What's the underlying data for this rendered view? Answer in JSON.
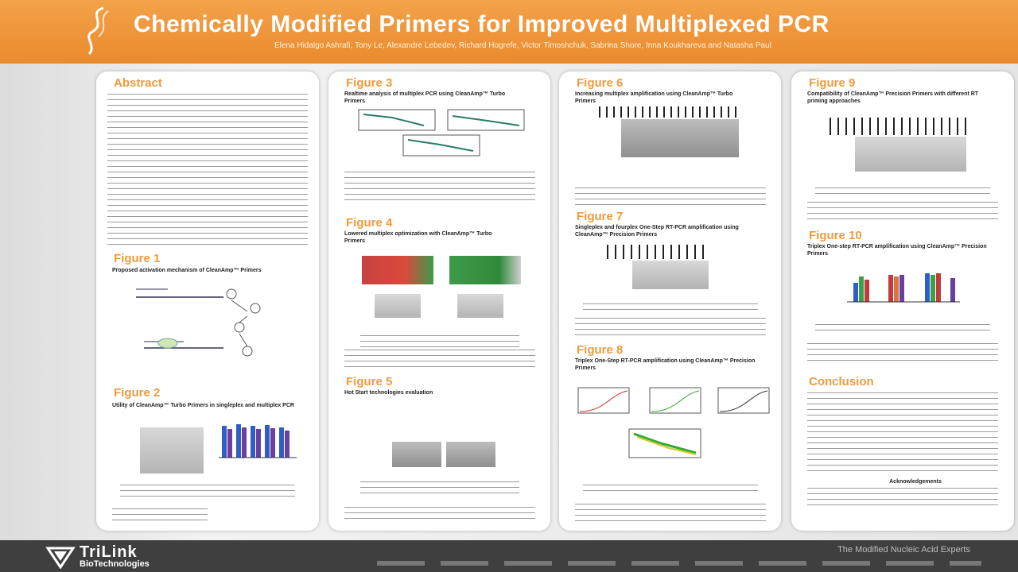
{
  "poster": {
    "title": "Chemically Modified Primers for Improved Multiplexed PCR",
    "authors": "Elena Hidalgo Ashrafi, Tony Le, Alexandre Lebedev, Richard Hogrefe, Victor Timoshchuk, Sabrina Shore, Inna Koukhareva and Natasha Paul"
  },
  "panel1": {
    "abstract_heading": "Abstract",
    "fig1_heading": "Figure 1",
    "fig1_subtitle": "Proposed activation mechanism of CleanAmp™ Primers",
    "fig2_heading": "Figure 2",
    "fig2_subtitle": "Utility of CleanAmp™ Turbo Primers in singleplex and multiplex PCR"
  },
  "panel2": {
    "fig3_heading": "Figure 3",
    "fig3_subtitle": "Realtime analysis of multiplex PCR using CleanAmp™ Turbo Primers",
    "fig4_heading": "Figure 4",
    "fig4_subtitle": "Lowered multiplex optimization with CleanAmp™ Turbo Primers",
    "fig5_heading": "Figure 5",
    "fig5_subtitle": "Hot Start technologies evaluation"
  },
  "panel3": {
    "fig6_heading": "Figure 6",
    "fig6_subtitle": "Increasing multiplex amplification using CleanAmp™ Turbo Primers",
    "fig7_heading": "Figure 7",
    "fig7_subtitle": "Singleplex and fourplex One-Step RT-PCR amplification using CleanAmp™ Precision Primers",
    "fig8_heading": "Figure 8",
    "fig8_subtitle": "Triplex One-Step RT-PCR amplification using CleanAmp™ Precision Primers"
  },
  "panel4": {
    "fig9_heading": "Figure 9",
    "fig9_subtitle": "Compatibility of CleanAmp™ Precision Primers with different RT priming approaches",
    "fig10_heading": "Figure 10",
    "fig10_subtitle": "Triplex One-step RT-PCR amplification using CleanAmp™ Precision Primers",
    "conclusion_heading": "Conclusion",
    "acknowledgements_heading": "Acknowledgements"
  },
  "footer": {
    "brand_line1": "TriLink",
    "brand_line2": "BioTechnologies",
    "tagline": "The Modified Nucleic Acid Experts"
  },
  "colors": {
    "header_orange": "#ef9a3c",
    "caption_blue": "#2f74b5",
    "footer_gray": "#3f3f3f"
  }
}
